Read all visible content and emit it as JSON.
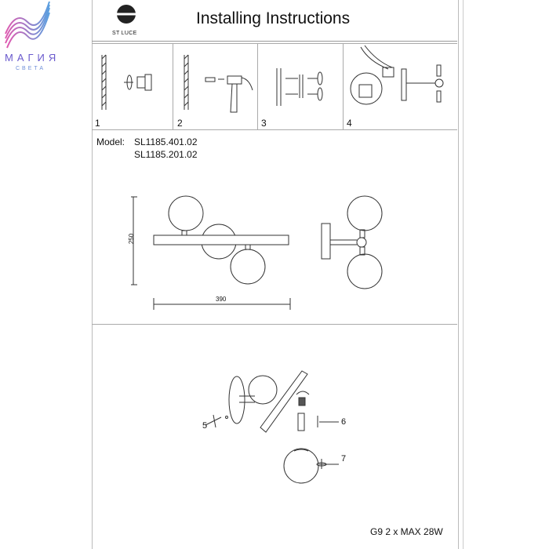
{
  "watermark": {
    "line1": "МАГИЯ",
    "line2": "СВЕТА"
  },
  "header": {
    "brand": "ST LUCE",
    "title": "Installing Instructions"
  },
  "steps": [
    {
      "number": "1"
    },
    {
      "number": "2"
    },
    {
      "number": "3"
    },
    {
      "number": "4"
    }
  ],
  "model": {
    "label": "Model:",
    "codes": [
      "SL1185.401.02",
      "SL1185.201.02"
    ]
  },
  "dimensions": {
    "height": "250",
    "width": "390"
  },
  "parts": {
    "p5": "5",
    "p6": "6",
    "p7": "7"
  },
  "spec": "G9 2 x MAX 28W",
  "colors": {
    "logo_gradient_start": "#e05ab0",
    "logo_gradient_end": "#5aa0e0"
  }
}
